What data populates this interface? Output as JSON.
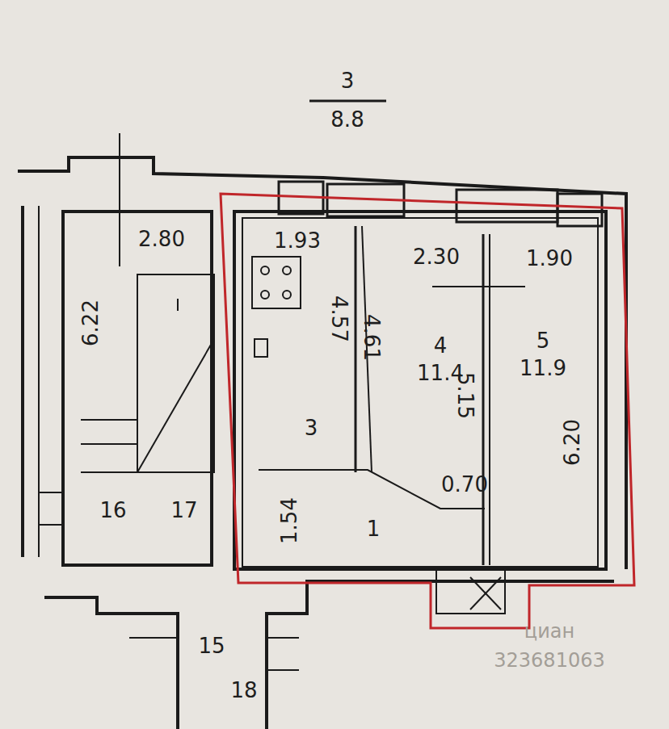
{
  "diagram": {
    "nodes": [
      {
        "text": [
          "2.80",
          "6.22"
        ]
      },
      {
        "text": [
          "1.93",
          "4.57",
          "3"
        ]
      },
      {
        "text": [
          "2.30",
          "4.61",
          "4",
          "11.4",
          "5.15"
        ]
      },
      {
        "text": [
          "1.90",
          "5",
          "11.9",
          "6.20"
        ]
      }
    ],
    "labels": [
      "3",
      "8.8",
      "16",
      "17",
      "1.54",
      "1",
      "0.70",
      "15",
      "18",
      "циан",
      "323681063"
    ]
  }
}
